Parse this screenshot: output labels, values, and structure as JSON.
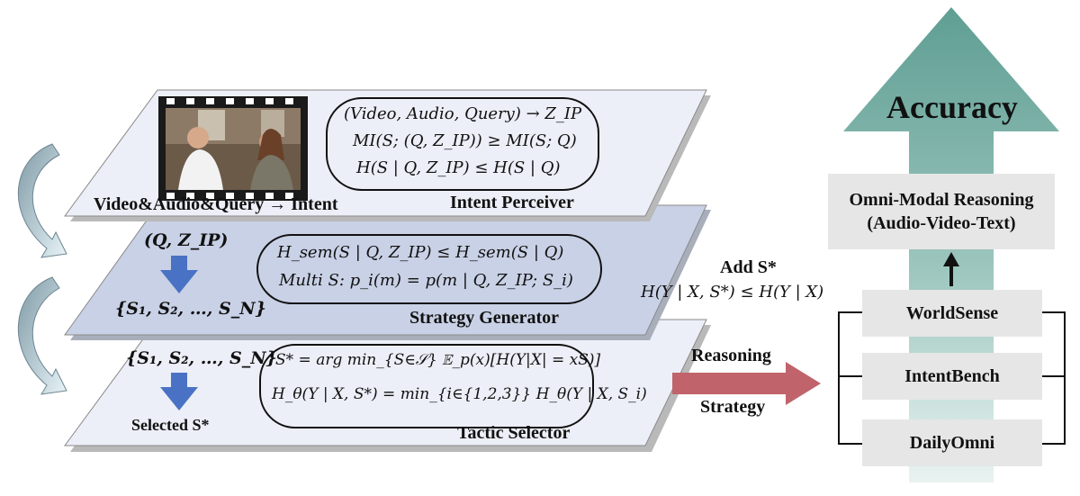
{
  "layers": {
    "intent": {
      "title": "Intent Perceiver",
      "caption": "Video&Audio&Query → Intent",
      "eq1": "(Video, Audio, Query) → Z_IP",
      "eq2": "MI(S; (Q, Z_IP)) ≥ MI(S; Q)",
      "eq3": "H(S | Q, Z_IP) ≤ H(S | Q)"
    },
    "strategy": {
      "title": "Strategy Generator",
      "input": "(Q, Z_IP)",
      "output": "{S₁, S₂, …, S_N}",
      "eq1": "H_sem(S | Q, Z_IP) ≤ H_sem(S | Q)",
      "eq2": "Multi S: p_i(m) = p(m | Q, Z_IP; S_i)"
    },
    "tactic": {
      "title": "Tactic Selector",
      "input": "{S₁, S₂, …, S_N}",
      "output": "Selected S*",
      "eq1": "S* = arg min_{S∈𝒮} 𝔼_p(x)[H(Y|X| = xS)]",
      "eq2": "H_θ(Y | X, S*) = min_{i∈{1,2,3}} H_θ(Y | X, S_i)"
    }
  },
  "middle": {
    "add_label": "Add S*",
    "add_eq": "H(Y | X, S*) ≤ H(Y | X)",
    "arrow_top": "Reasoning",
    "arrow_bottom": "Strategy"
  },
  "right": {
    "accuracy": "Accuracy",
    "omni_line1": "Omni-Modal Reasoning",
    "omni_line2": "(Audio-Video-Text)",
    "benchmarks": [
      "WorldSense",
      "IntentBench",
      "DailyOmni"
    ]
  },
  "colors": {
    "layer_top": "#eceff7",
    "layer_mid": "#c9d1e6",
    "layer_bottom": "#eceff7",
    "down_arrow": "#4a72c4",
    "reasoning_arrow": "#c0636b",
    "accuracy_arrow_top": "#5f9e93",
    "accuracy_arrow_bottom": "#e1efed"
  }
}
